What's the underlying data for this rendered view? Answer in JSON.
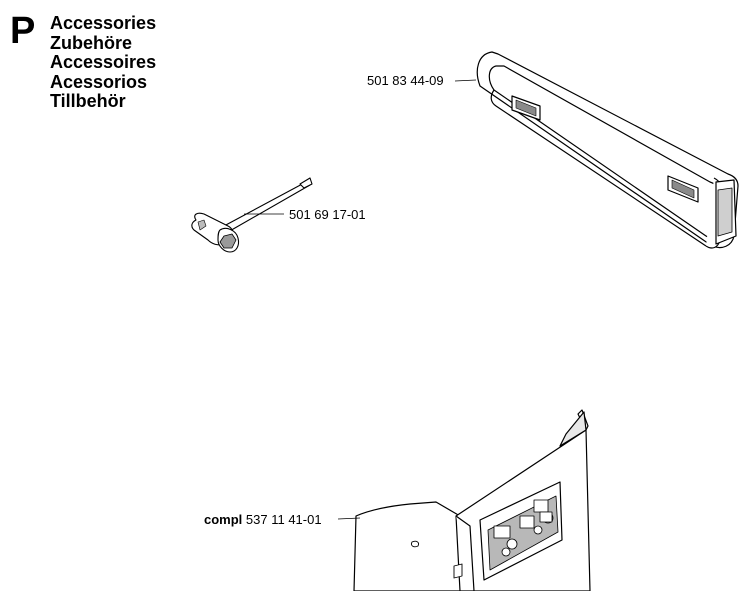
{
  "section": {
    "letter": "P"
  },
  "titles": [
    "Accessories",
    "Zubehöre",
    "Accessoires",
    "Acessorios",
    "Tillbehör"
  ],
  "parts": {
    "bar_guard": {
      "number": "501 83 44-09"
    },
    "wrench": {
      "number": "501 69 17-01"
    },
    "clutch_cover": {
      "prefix": "compl",
      "number": "537 11 41-01"
    }
  },
  "colors": {
    "line": "#000000",
    "shade": "#9a9a9a",
    "background": "#ffffff"
  }
}
